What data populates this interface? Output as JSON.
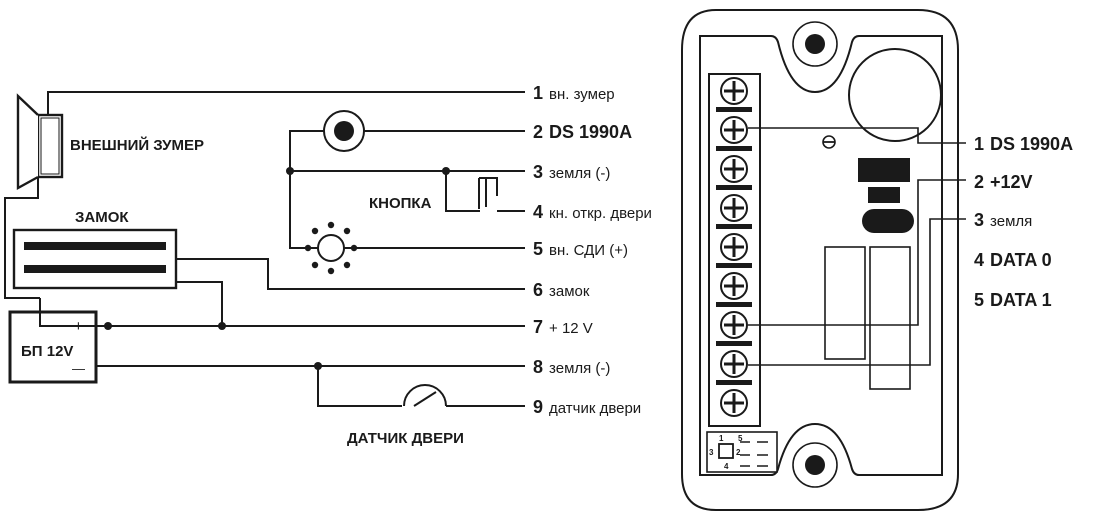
{
  "components": {
    "buzzer": "ВНЕШНИЙ ЗУМЕР",
    "lock": "ЗАМОК",
    "button": "КНОПКА",
    "psu": "БП 12V",
    "psu_plus": "+",
    "psu_minus": "—",
    "door_sensor": "ДАТЧИК ДВЕРИ"
  },
  "terminals": [
    {
      "num": "1",
      "label": "вн. зумер",
      "bold": false
    },
    {
      "num": "2",
      "label": "DS 1990A",
      "bold": true
    },
    {
      "num": "3",
      "label": "земля (-)",
      "bold": false
    },
    {
      "num": "4",
      "label": "кн. откр. двери",
      "bold": false
    },
    {
      "num": "5",
      "label": "вн. СДИ (+)",
      "bold": false
    },
    {
      "num": "6",
      "label": "замок",
      "bold": false
    },
    {
      "num": "7",
      "label": "+ 12 V",
      "bold": false
    },
    {
      "num": "8",
      "label": "земля (-)",
      "bold": false
    },
    {
      "num": "9",
      "label": "датчик двери",
      "bold": false
    }
  ],
  "reader_pins": [
    {
      "num": "1",
      "label": "DS 1990A",
      "bold": true
    },
    {
      "num": "2",
      "label": "+12V",
      "bold": true
    },
    {
      "num": "3",
      "label": "земля",
      "bold": false
    },
    {
      "num": "4",
      "label": "DATA 0",
      "bold": true
    },
    {
      "num": "5",
      "label": "DATA 1",
      "bold": true
    }
  ],
  "jumper": {
    "n1": "1",
    "n2": "2",
    "n3": "3",
    "n4": "4",
    "n5": "5"
  }
}
